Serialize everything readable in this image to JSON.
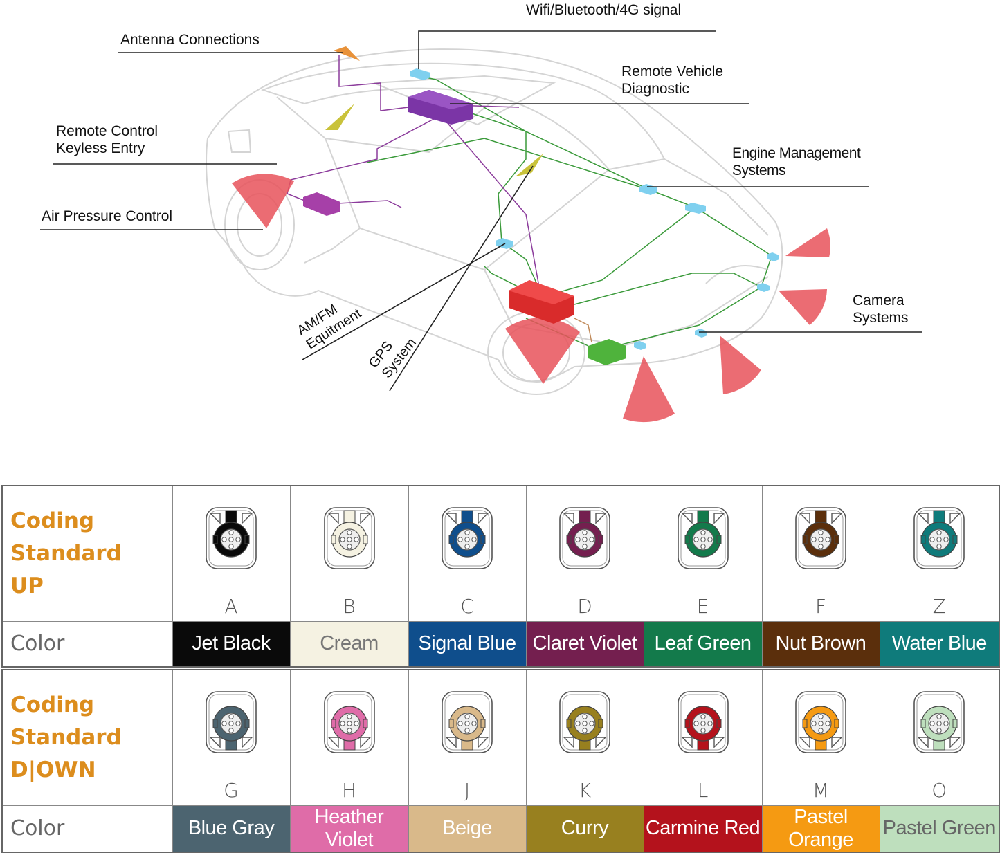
{
  "diagram": {
    "labels": {
      "wifi": "Wifi/Bluetooth/4G signal",
      "antenna": "Antenna Connections",
      "remote_diag": "Remote Vehicle\nDiagnostic",
      "keyless": "Remote Control\nKeyless Entry",
      "engine": "Engine Management\nSystems",
      "air": "Air Pressure Control",
      "camera": "Camera\nSystems",
      "amfm": "AM/FM\nEquitment",
      "gps": "GPS\nSystem"
    },
    "colors": {
      "module_purple": "#7b35a6",
      "module_magenta": "#a640a8",
      "module_red": "#d92b2b",
      "module_green": "#4fb33c",
      "sensor_blue": "#7fd0ef",
      "radar_red": "#e8525a",
      "antenna_yellow": "#c9c23a",
      "antenna_orange": "#e8923a",
      "wire_green": "#3a9a3a",
      "wire_purple": "#8c3c9c"
    }
  },
  "coding": {
    "up": {
      "title": "Coding\nStandard\nUP",
      "row_header": "Color",
      "items": [
        {
          "letter": "A",
          "color_name": "Jet Black",
          "hex": "#0a0a0a",
          "text_color": "#ffffff"
        },
        {
          "letter": "B",
          "color_name": "Cream",
          "hex": "#f5f2e2",
          "text_color": "#777777"
        },
        {
          "letter": "C",
          "color_name": "Signal Blue",
          "hex": "#0f4e8c",
          "text_color": "#ffffff"
        },
        {
          "letter": "D",
          "color_name": "Claret Violet",
          "hex": "#741f4f",
          "text_color": "#ffffff"
        },
        {
          "letter": "E",
          "color_name": "Leaf Green",
          "hex": "#137a4b",
          "text_color": "#ffffff"
        },
        {
          "letter": "F",
          "color_name": "Nut Brown",
          "hex": "#5b2f0c",
          "text_color": "#ffffff"
        },
        {
          "letter": "Z",
          "color_name": "Water Blue",
          "hex": "#0f7b7b",
          "text_color": "#ffffff"
        }
      ]
    },
    "down": {
      "title": "Coding\nStandard\nD|OWN",
      "row_header": "Color",
      "items": [
        {
          "letter": "G",
          "color_name": "Blue Gray",
          "hex": "#4c6470",
          "text_color": "#ffffff"
        },
        {
          "letter": "H",
          "color_name": "Heather Violet",
          "hex": "#df6ca8",
          "text_color": "#ffffff"
        },
        {
          "letter": "J",
          "color_name": "Beige",
          "hex": "#d9b98a",
          "text_color": "#ffffff"
        },
        {
          "letter": "K",
          "color_name": "Curry",
          "hex": "#98801f",
          "text_color": "#ffffff"
        },
        {
          "letter": "L",
          "color_name": "Carmine Red",
          "hex": "#b4121c",
          "text_color": "#ffffff"
        },
        {
          "letter": "M",
          "color_name": "Pastel Orange",
          "hex": "#f59a12",
          "text_color": "#ffffff"
        },
        {
          "letter": "O",
          "color_name": "Pastel Green",
          "hex": "#bedfbd",
          "text_color": "#666666"
        }
      ]
    }
  }
}
